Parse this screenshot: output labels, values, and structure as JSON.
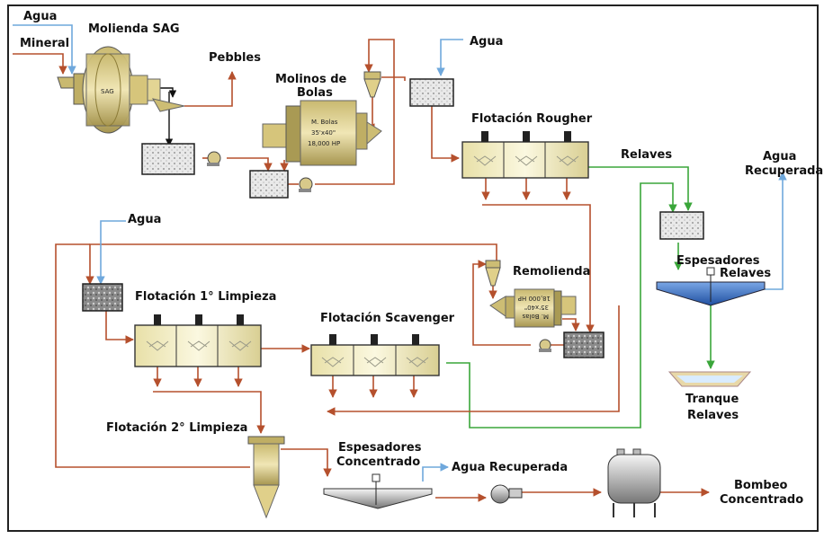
{
  "labels": {
    "agua_1": "Agua",
    "mineral": "Mineral",
    "molienda_sag": "Molienda SAG",
    "pebbles": "Pebbles",
    "molinos_bolas_1": "Molinos de",
    "molinos_bolas_2": "Bolas",
    "agua_2": "Agua",
    "flotacion_rougher": "Flotación Rougher",
    "relaves": "Relaves",
    "agua_recuperada_1": "Agua",
    "agua_recuperada_2": "Recuperada",
    "agua_3": "Agua",
    "remolienda": "Remolienda",
    "espesadores_relaves_1": "Espesadores",
    "espesadores_relaves_2": "Relaves",
    "flotacion_1_limpieza": "Flotación 1° Limpieza",
    "flotacion_scavenger": "Flotación Scavenger",
    "tranque_relaves_1": "Tranque",
    "tranque_relaves_2": "Relaves",
    "flotacion_2_limpieza": "Flotación 2° Limpieza",
    "espesadores_concentrado_1": "Espesadores",
    "espesadores_concentrado_2": "Concentrado",
    "agua_recuperada_h": "Agua Recuperada",
    "bombeo_concentrado_1": "Bombeo",
    "bombeo_concentrado_2": "Concentrado"
  },
  "equipment_text": {
    "sag": "SAG",
    "ball_mill_1": "M. Bolas",
    "ball_mill_2": "35'x40\"",
    "ball_mill_3": "18,000 HP",
    "regrind_1": "M. Bolas",
    "regrind_2": "35'x40\"",
    "regrind_3": "18,000 HP"
  },
  "colors": {
    "pulp_flow": "#b5502d",
    "water_flow": "#6fa8dc",
    "tailings_flow": "#3aa63a",
    "equipment_body": "#d8c98a",
    "cell_body": "#f4efc8",
    "thickener_body": "#3b6fc0",
    "frame": "#222222"
  }
}
